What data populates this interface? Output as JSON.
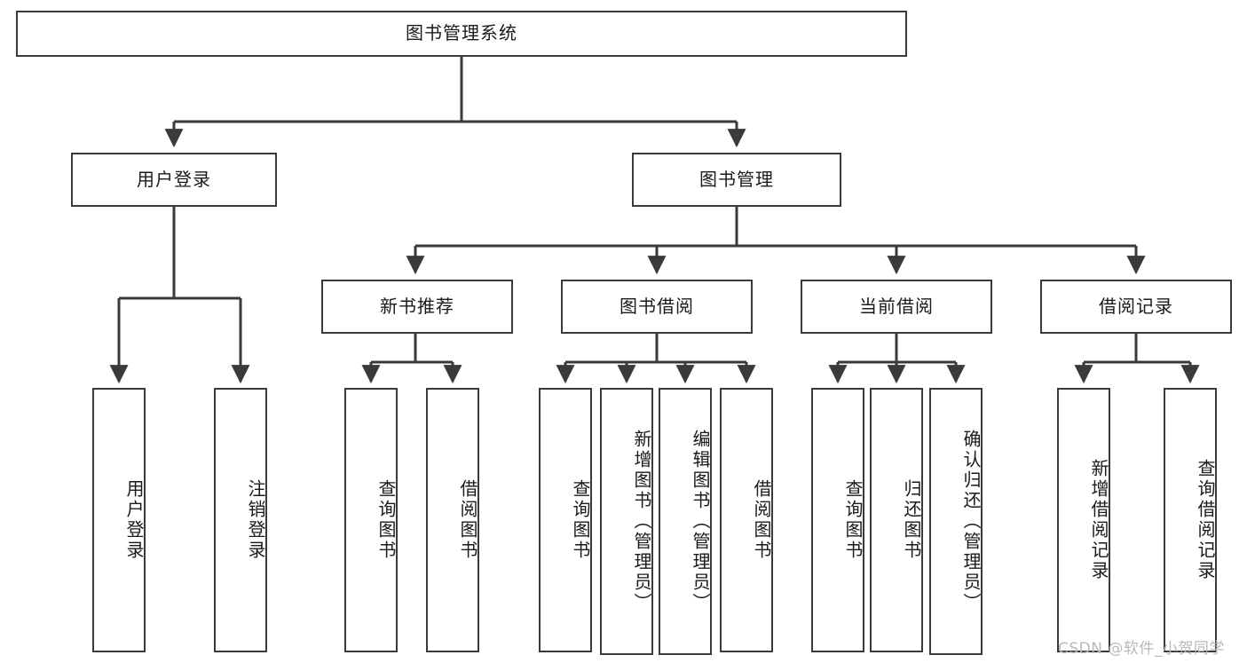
{
  "diagram": {
    "title": "图书管理系统",
    "type": "hierarchy-tree",
    "root": {
      "label": "图书管理系统"
    },
    "level1": [
      {
        "label": "用户登录"
      },
      {
        "label": "图书管理"
      }
    ],
    "level2": [
      {
        "label": "新书推荐"
      },
      {
        "label": "图书借阅"
      },
      {
        "label": "当前借阅"
      },
      {
        "label": "借阅记录"
      }
    ],
    "leaves": {
      "user_login": [
        {
          "label": "用户登录"
        },
        {
          "label": "注销登录"
        }
      ],
      "new_book_recommend": [
        {
          "label": "查询图书"
        },
        {
          "label": "借阅图书"
        }
      ],
      "book_borrow": [
        {
          "label": "查询图书"
        },
        {
          "label": "新增图书（管理员）"
        },
        {
          "label": "编辑图书（管理员）"
        },
        {
          "label": "借阅图书"
        }
      ],
      "current_borrow": [
        {
          "label": "查询图书"
        },
        {
          "label": "归还图书"
        },
        {
          "label": "确认归还（管理员）"
        }
      ],
      "borrow_record": [
        {
          "label": "新增借阅记录"
        },
        {
          "label": "查询借阅记录"
        }
      ]
    }
  },
  "watermark": {
    "text": "CSDN @软件_小贺同学"
  },
  "colors": {
    "box_border": "#3a3a3a",
    "background": "#ffffff",
    "text": "#1a1a1a",
    "connector": "#3a3a3a",
    "watermark": "#b9b9b9"
  }
}
